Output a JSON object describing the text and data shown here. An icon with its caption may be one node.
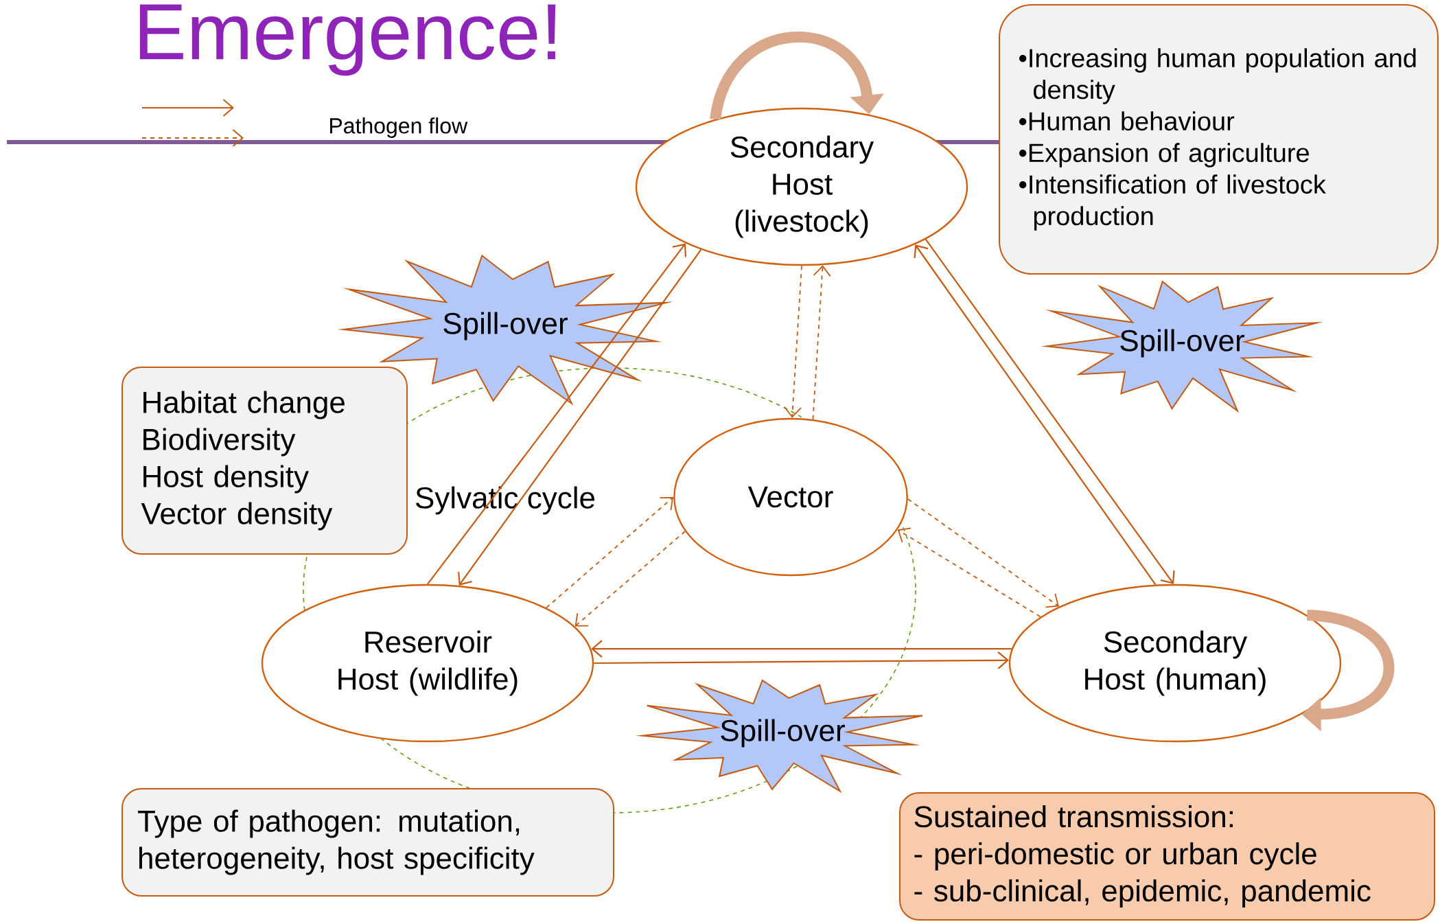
{
  "diagram": {
    "title": "Emergence!",
    "nodes": [
      {
        "text": [
          "Secondary Host (livestock)"
        ]
      },
      {
        "text": [
          "Spill-over"
        ]
      },
      {
        "text": [
          "Spill-over"
        ]
      },
      {
        "text": [
          "•Increasing human population and density",
          "•Human behaviour",
          "•Expansion of agriculture",
          "•Intensification of livestock production"
        ]
      },
      {
        "text": [
          "Habitat change",
          "Biodiversity",
          "Host density",
          "Vector density"
        ]
      },
      {
        "text": [
          "Vector"
        ]
      },
      {
        "text": [
          "Reservoir Host (wildlife)"
        ]
      },
      {
        "text": [
          "Spill-over"
        ]
      },
      {
        "text": [
          "Secondary Host (human)"
        ]
      },
      {
        "text": [
          "Type of pathogen: mutation, heterogeneity, host specificity"
        ]
      },
      {
        "text": [
          "Sustained transmission:",
          "- peri-domestic or urban cycle",
          "- sub-clinical, epidemic, pandemic"
        ]
      }
    ],
    "edges": [
      {
        "from": 6,
        "to": 0,
        "arrow": "to"
      },
      {
        "from": 0,
        "to": 6,
        "arrow": "to"
      },
      {
        "from": 8,
        "to": 0,
        "arrow": "to"
      },
      {
        "from": 0,
        "to": 8,
        "arrow": "to"
      },
      {
        "from": 8,
        "to": 6,
        "arrow": "to"
      },
      {
        "from": 6,
        "to": 8,
        "arrow": "to"
      },
      {
        "from": 0,
        "to": 5,
        "arrow": "to",
        "style": "dashed"
      },
      {
        "from": 5,
        "to": 0,
        "arrow": "to",
        "style": "dashed"
      },
      {
        "from": 6,
        "to": 5,
        "arrow": "to",
        "style": "dashed"
      },
      {
        "from": 5,
        "to": 6,
        "arrow": "to",
        "style": "dashed"
      },
      {
        "from": 5,
        "to": 8,
        "arrow": "to",
        "style": "dashed"
      },
      {
        "from": 8,
        "to": 5,
        "arrow": "to",
        "style": "dashed"
      },
      {
        "from": 0,
        "to": 0,
        "arrow": "to",
        "style": "thick",
        "color": "#d9a88a"
      },
      {
        "from": 8,
        "to": 8,
        "arrow": "to",
        "style": "thick",
        "color": "#d9a88a"
      }
    ],
    "labels": [
      "Sylvatic cycle"
    ],
    "legend": [
      {
        "text": "Pathogen flow"
      }
    ]
  }
}
